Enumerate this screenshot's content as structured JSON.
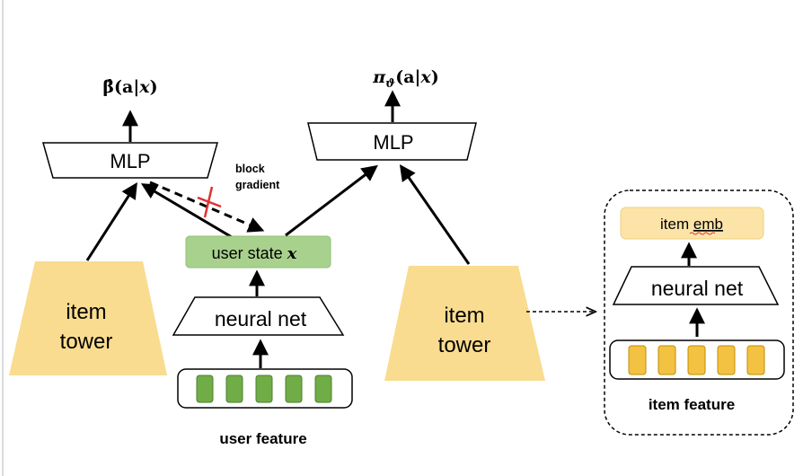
{
  "colors": {
    "tower_fill": "#f9dc8f",
    "user_state_fill": "#a9d18e",
    "user_state_stroke": "#8fbf74",
    "user_feature_cell": "#70ad47",
    "user_feature_cell_stroke": "#507e32",
    "item_feature_cell": "#f4c242",
    "item_feature_cell_stroke": "#bf8f00",
    "item_emb_fill": "#fce4a8",
    "block_cross": "#e03030",
    "line": "#000000"
  },
  "left_branch": {
    "output_label_main": "β̂(a|",
    "output_label_var": "x",
    "output_label_close": ")",
    "mlp_label": "MLP",
    "block_label_line1": "block",
    "block_label_line2": "gradient",
    "item_tower_line1": "item",
    "item_tower_line2": "tower"
  },
  "center": {
    "user_state_label": "user state ",
    "user_state_var": "x",
    "neural_net_label": "neural net",
    "user_feature_label": "user feature",
    "user_feature_cells": 5
  },
  "right_branch": {
    "output_label_main": "π",
    "output_label_sub": "ϑ",
    "output_label_paren": "(a|",
    "output_label_var": "x",
    "output_label_close": ")",
    "mlp_label": "MLP",
    "item_tower_line1": "item",
    "item_tower_line2": "tower"
  },
  "inset": {
    "item_emb_label_a": "item ",
    "item_emb_label_b": "emb",
    "neural_net_label": "neural net",
    "item_feature_label": "item feature",
    "item_feature_cells": 5
  }
}
